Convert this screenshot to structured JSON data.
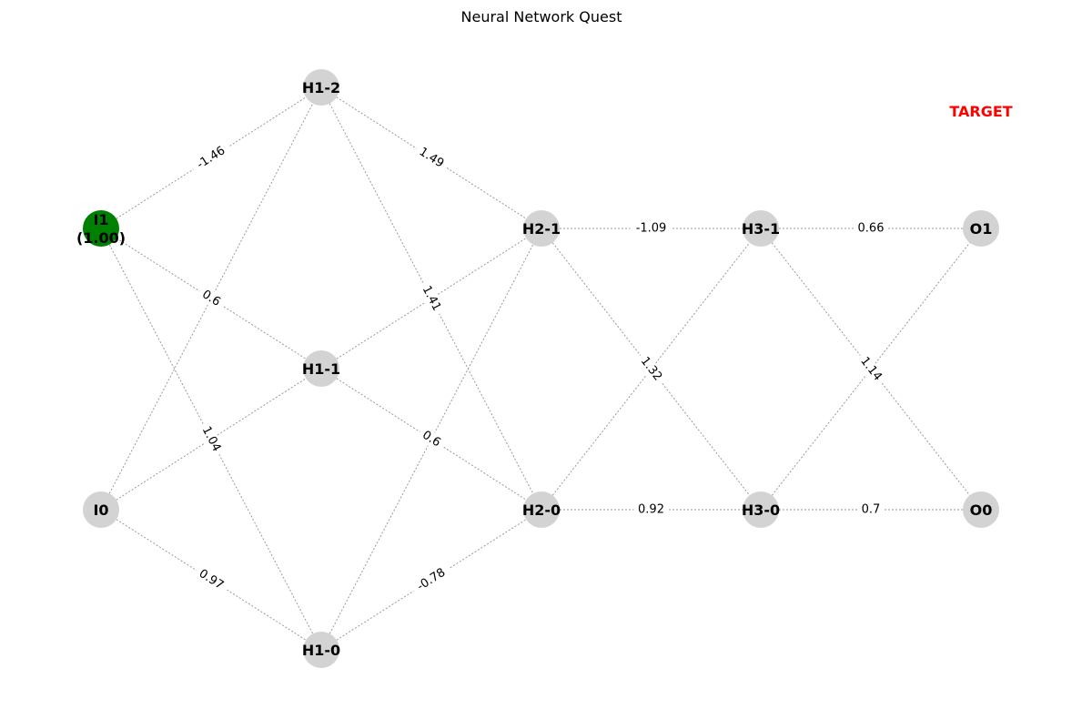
{
  "title": "Neural Network Quest",
  "target_label": "TARGET",
  "colors": {
    "node": "#d3d3d3",
    "active_node": "#008000",
    "edge": "#9a9a9a",
    "target": "#ff0000"
  },
  "nodes": [
    {
      "id": "I1",
      "label": "I1\n(1.00)",
      "active": true
    },
    {
      "id": "I0",
      "label": "I0",
      "active": false
    },
    {
      "id": "H1-2",
      "label": "H1-2",
      "active": false
    },
    {
      "id": "H1-1",
      "label": "H1-1",
      "active": false
    },
    {
      "id": "H1-0",
      "label": "H1-0",
      "active": false
    },
    {
      "id": "H2-1",
      "label": "H2-1",
      "active": false
    },
    {
      "id": "H2-0",
      "label": "H2-0",
      "active": false
    },
    {
      "id": "H3-1",
      "label": "H3-1",
      "active": false
    },
    {
      "id": "H3-0",
      "label": "H3-0",
      "active": false
    },
    {
      "id": "O1",
      "label": "O1",
      "active": false
    },
    {
      "id": "O0",
      "label": "O0",
      "active": false
    }
  ],
  "edges": [
    {
      "from": "I1",
      "to": "H1-2",
      "weight": "-1.46"
    },
    {
      "from": "I1",
      "to": "H1-1",
      "weight": "0.6"
    },
    {
      "from": "I1",
      "to": "H1-0",
      "weight": "1.04"
    },
    {
      "from": "I0",
      "to": "H1-2",
      "weight": ""
    },
    {
      "from": "I0",
      "to": "H1-1",
      "weight": ""
    },
    {
      "from": "I0",
      "to": "H1-0",
      "weight": "0.97"
    },
    {
      "from": "H1-2",
      "to": "H2-1",
      "weight": "1.49"
    },
    {
      "from": "H1-2",
      "to": "H2-0",
      "weight": "1.41"
    },
    {
      "from": "H1-1",
      "to": "H2-1",
      "weight": ""
    },
    {
      "from": "H1-1",
      "to": "H2-0",
      "weight": "0.6"
    },
    {
      "from": "H1-0",
      "to": "H2-1",
      "weight": ""
    },
    {
      "from": "H1-0",
      "to": "H2-0",
      "weight": "-0.78"
    },
    {
      "from": "H2-1",
      "to": "H3-1",
      "weight": "-1.09"
    },
    {
      "from": "H2-1",
      "to": "H3-0",
      "weight": "1.32"
    },
    {
      "from": "H2-0",
      "to": "H3-1",
      "weight": ""
    },
    {
      "from": "H2-0",
      "to": "H3-0",
      "weight": "0.92"
    },
    {
      "from": "H3-1",
      "to": "O1",
      "weight": "0.66"
    },
    {
      "from": "H3-1",
      "to": "O0",
      "weight": "1.14"
    },
    {
      "from": "H3-0",
      "to": "O1",
      "weight": ""
    },
    {
      "from": "H3-0",
      "to": "O0",
      "weight": "0.7"
    }
  ]
}
